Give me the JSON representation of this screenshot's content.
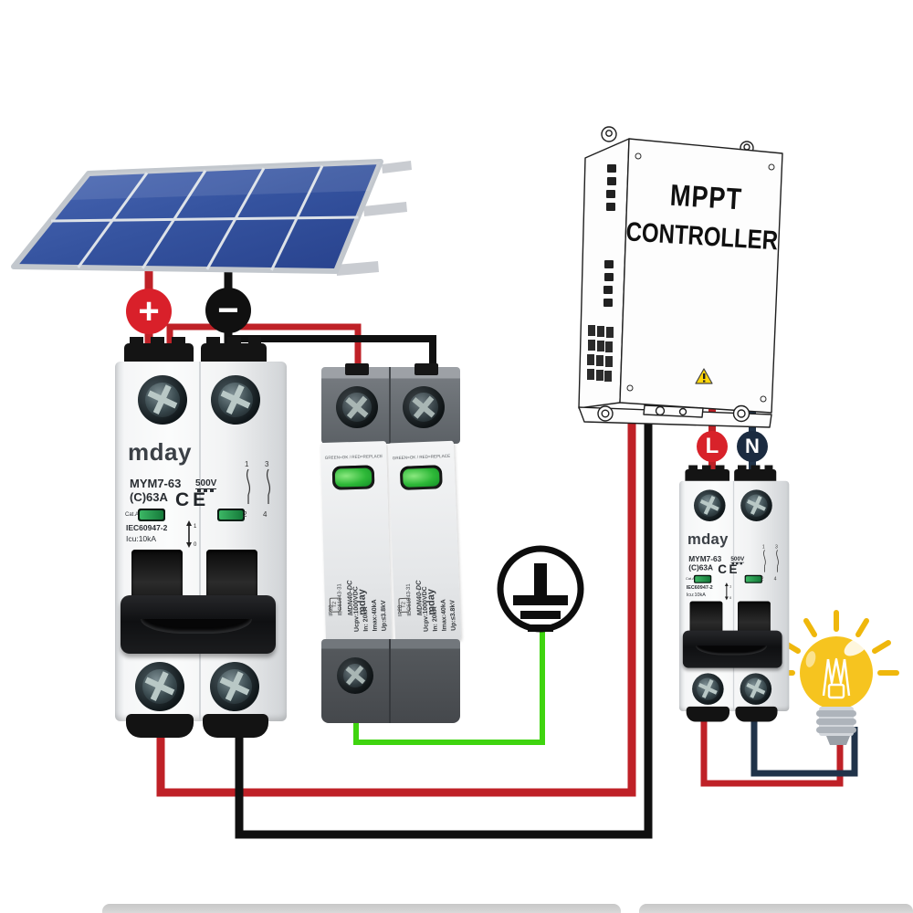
{
  "labels": {
    "plus": "+",
    "minus": "−",
    "line": "L",
    "neutral": "N"
  },
  "mppt": {
    "title1": "MPPT",
    "title2": "CONTROLLER"
  },
  "breaker": {
    "brand": "mday",
    "model": "MYM7-63",
    "voltage": "500V",
    "rating": "(C)63A",
    "category": "Cat.A",
    "ce": "CE",
    "standard": "IEC60947-2",
    "icu": "Icu:10kA",
    "on": "1",
    "off": "0",
    "pole_markers": [
      "1",
      "3",
      "2",
      "4"
    ]
  },
  "spd": {
    "header": "GREEN=OK / RED=REPLACE",
    "brand": "mday",
    "model": "MDN40-DC",
    "standard": "IEC61643-31",
    "ip": "IP20",
    "type": "T2",
    "specs": [
      "Ucpv:1000VDC",
      "In: 20kA",
      "Imax:40kA",
      "Up:≤3.8kV"
    ]
  },
  "colors": {
    "wire_red": "#bf2127",
    "wire_black": "#101010",
    "wire_navy": "#203349",
    "wire_green": "#3fd40f",
    "terminal_positive": "#d9202a",
    "terminal_negative": "#101010",
    "line_badge": "#d8222a",
    "neutral_badge": "#1b2b40",
    "led_green": "#2eb838",
    "bulb_yellow": "#f6c41f",
    "solar_blue": "#35539f"
  }
}
